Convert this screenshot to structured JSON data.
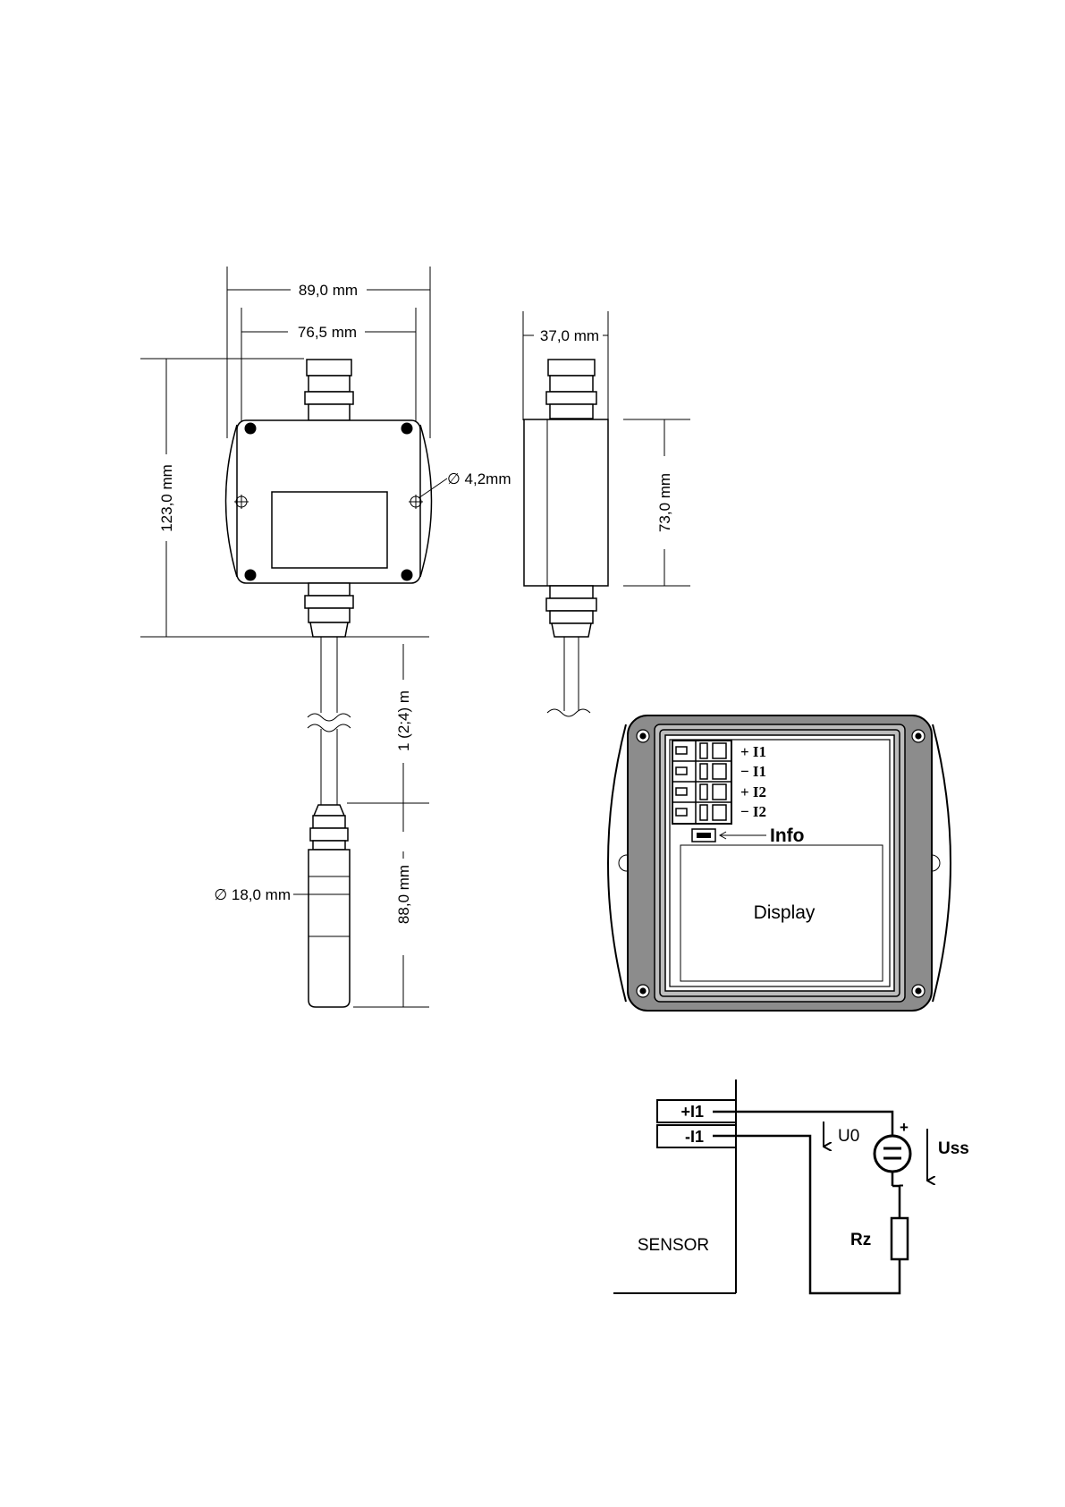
{
  "dimensions": {
    "total_width": "89,0 mm",
    "hole_spacing": "76,5 mm",
    "depth": "37,0 mm",
    "total_height": "123,0 mm",
    "box_height": "73,0 mm",
    "hole_diameter": "∅ 4,2mm",
    "cable_length": "1 (2;4) m",
    "probe_diameter": "∅ 18,0 mm",
    "probe_length": "88,0 mm"
  },
  "terminal_block": {
    "labels": [
      "+ I1",
      "− I1",
      "+ I2",
      "− I2"
    ],
    "info_label": "Info",
    "display_label": "Display"
  },
  "circuit": {
    "terminals": [
      "+I1",
      "-I1"
    ],
    "voltage_u0": "U0",
    "voltage_uss": "Uss",
    "resistor": "Rz",
    "plus": "+",
    "minus": "-",
    "sensor_label": "SENSOR"
  }
}
